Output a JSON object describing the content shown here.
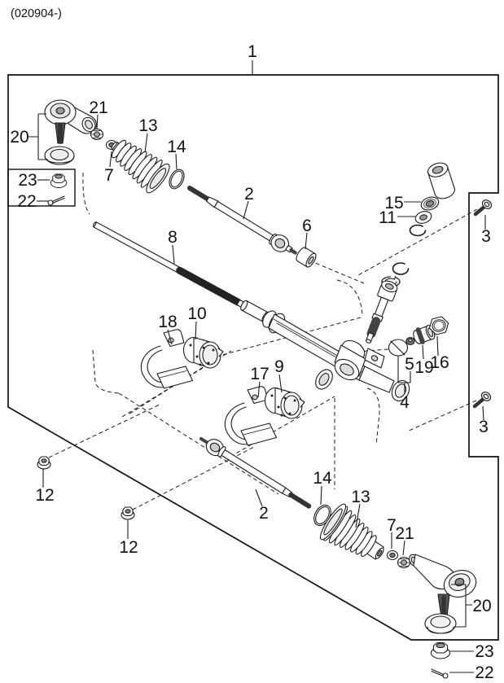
{
  "title": "(020904-)",
  "callouts": {
    "assembly": "1",
    "tie_rod_end_top": "20",
    "nut_top": "21",
    "boot_top": "13",
    "clamp_top": "14",
    "washer_top": "7",
    "lock_nut_top": "23",
    "cotter_pin_top": "22",
    "inner_rod_top": "2",
    "bushing": "6",
    "mount_washer_upper": "15",
    "mount_washer_lower": "11",
    "bolt_upper": "3",
    "bolt_lower": "3",
    "rack_bar": "8",
    "bracket_left": "18",
    "bushing_left": "10",
    "bracket_right": "17",
    "bushing_right": "9",
    "yoke_nut": "5",
    "plug": "19",
    "lock_nut_housing": "16",
    "yoke_kit": "4",
    "nut_left": "12",
    "nut_right": "12",
    "clamp_bottom": "14",
    "boot_bottom": "13",
    "inner_rod_bottom": "2",
    "washer_bottom": "7",
    "nut_bottom": "21",
    "tie_rod_end_bottom": "20",
    "lock_nut_bottom": "23",
    "cotter_pin_bottom": "22"
  }
}
